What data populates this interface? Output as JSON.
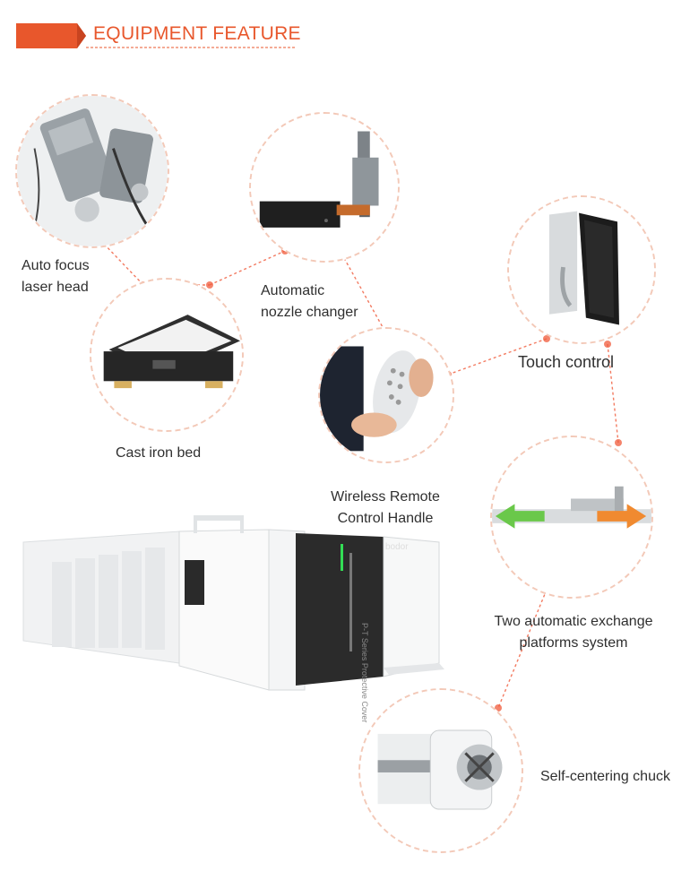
{
  "header": {
    "title": "EQUIPMENT FEATURE",
    "accent_color": "#e8572c"
  },
  "features": {
    "auto_focus": {
      "line1": "Auto focus",
      "line2": "laser head"
    },
    "nozzle_changer": {
      "line1": "Automatic",
      "line2": "nozzle changer"
    },
    "touch_control": {
      "label": "Touch control"
    },
    "cast_iron_bed": {
      "label": "Cast iron bed"
    },
    "wireless_remote": {
      "line1": "Wireless Remote",
      "line2": "Control Handle"
    },
    "exchange_platforms": {
      "line1": "Two automatic exchange",
      "line2": "platforms system"
    },
    "chuck": {
      "label": "Self-centering chuck"
    }
  },
  "machine": {
    "brand_logo": "bodor",
    "series_text": "P-T Series Protective Cover"
  },
  "colors": {
    "connector": "#f05a3a",
    "circle_border": "#f3c9b8",
    "machine_panel": "#2b2b2b",
    "indicator_green": "#33dd55"
  }
}
